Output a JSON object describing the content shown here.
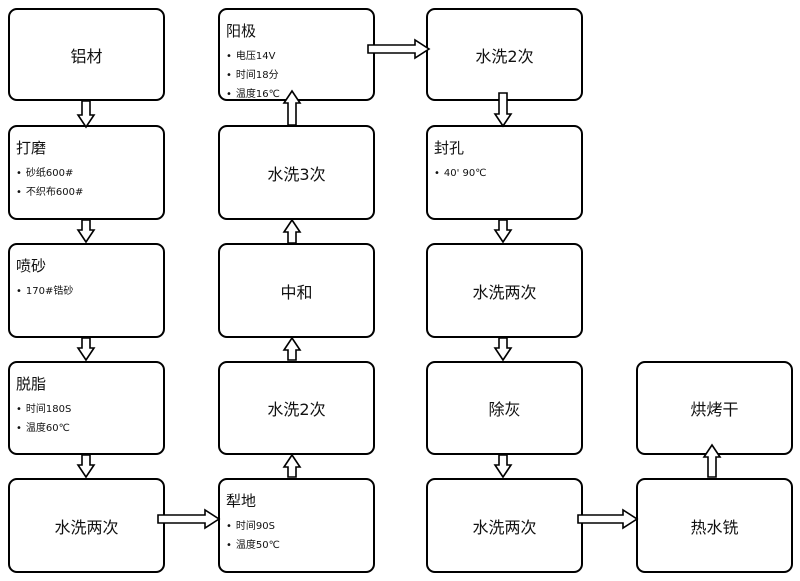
{
  "nodes": {
    "aluminum": {
      "title": "铝材"
    },
    "grinding": {
      "title": "打磨",
      "bullets": [
        "砂纸600#",
        "不织布600#"
      ]
    },
    "sandblast": {
      "title": "喷砂",
      "bullets": [
        "170#锆砂"
      ]
    },
    "degrease": {
      "title": "脱脂",
      "bullets": [
        "时间180S",
        "温度60℃"
      ]
    },
    "wash2_a": {
      "title": "水洗两次"
    },
    "polish": {
      "title": "犁地",
      "bullets": [
        "时间90S",
        "温度50℃"
      ]
    },
    "wash2_b": {
      "title": "水洗2次"
    },
    "neutralize": {
      "title": "中和"
    },
    "wash3": {
      "title": "水洗3次"
    },
    "anode": {
      "title": "阳极",
      "bullets": [
        "电压14V",
        "时间18分",
        "温度16℃"
      ]
    },
    "wash2_c": {
      "title": "水洗2次"
    },
    "seal": {
      "title": "封孔",
      "bullets": [
        "40' 90℃"
      ]
    },
    "wash2_d": {
      "title": "水洗两次"
    },
    "desmut": {
      "title": "除灰"
    },
    "wash2_e": {
      "title": "水洗两次"
    },
    "hotwater": {
      "title": "热水铣"
    },
    "dry": {
      "title": "烘烤干"
    }
  }
}
